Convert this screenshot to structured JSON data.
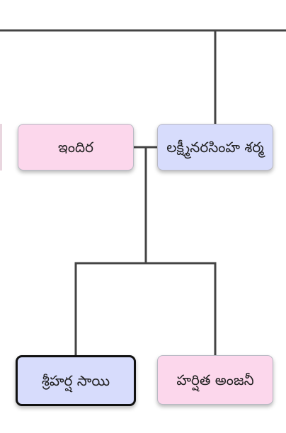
{
  "tree": {
    "people": [
      {
        "id": "indira",
        "name": "ఇందిర",
        "gender": "female",
        "selected": false
      },
      {
        "id": "lakshmi",
        "name": "లక్ష్మీనరసింహ శర్మ",
        "gender": "male",
        "selected": false
      },
      {
        "id": "sriharsha",
        "name": "శ్రీహర్ష సాయి",
        "gender": "male",
        "selected": true
      },
      {
        "id": "harshita",
        "name": "హర్షిత అంజనీ",
        "gender": "female",
        "selected": false
      }
    ]
  },
  "colors": {
    "female_fill": "#fcd7ec",
    "male_fill": "#d7dcfc",
    "line": "#444444",
    "selected_border": "#111111"
  }
}
